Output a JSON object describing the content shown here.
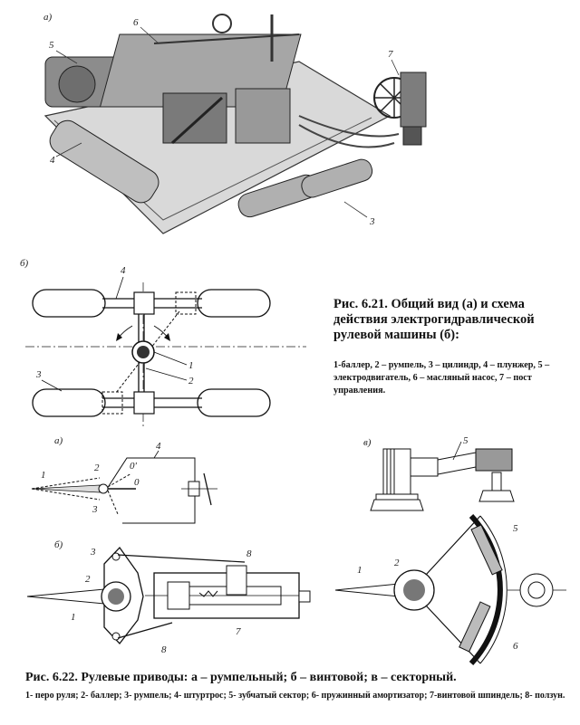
{
  "figure_a": {
    "label": "а)",
    "callouts": [
      "5",
      "6",
      "7",
      "4",
      "3"
    ]
  },
  "figure_b": {
    "label": "б)",
    "callouts": [
      "4",
      "3",
      "1",
      "2"
    ]
  },
  "figure1_caption": {
    "title": "Рис. 6.21. Общий вид (а) и схема действия электрогидравлической рулевой машины (б):",
    "body": "1-баллер, 2 – румпель, 3 – цилиндр, 4 – плунжер, 5 – электродвигатель, 6 – масляный насос, 7 – пост управления."
  },
  "drive_a": {
    "label": "а)",
    "callouts": [
      "4",
      "1",
      "2",
      "3",
      "0",
      "0'"
    ]
  },
  "drive_v": {
    "label": "в)",
    "callouts": [
      "5"
    ]
  },
  "drive_b": {
    "label": "б)",
    "callouts": [
      "3",
      "2",
      "1",
      "8",
      "7",
      "8"
    ]
  },
  "drive_sector": {
    "callouts": [
      "1",
      "2",
      "5",
      "6"
    ]
  },
  "figure2_caption": {
    "title": "Рис. 6.22. Рулевые приводы: а – румпельный; б – винтовой; в – секторный.",
    "body": "1- перо руля; 2- баллер; 3- румпель; 4- штуртрос; 5- зубчатый сектор; 6- пружинный амортизатор; 7-винтовой шпиндель; 8- ползун."
  }
}
